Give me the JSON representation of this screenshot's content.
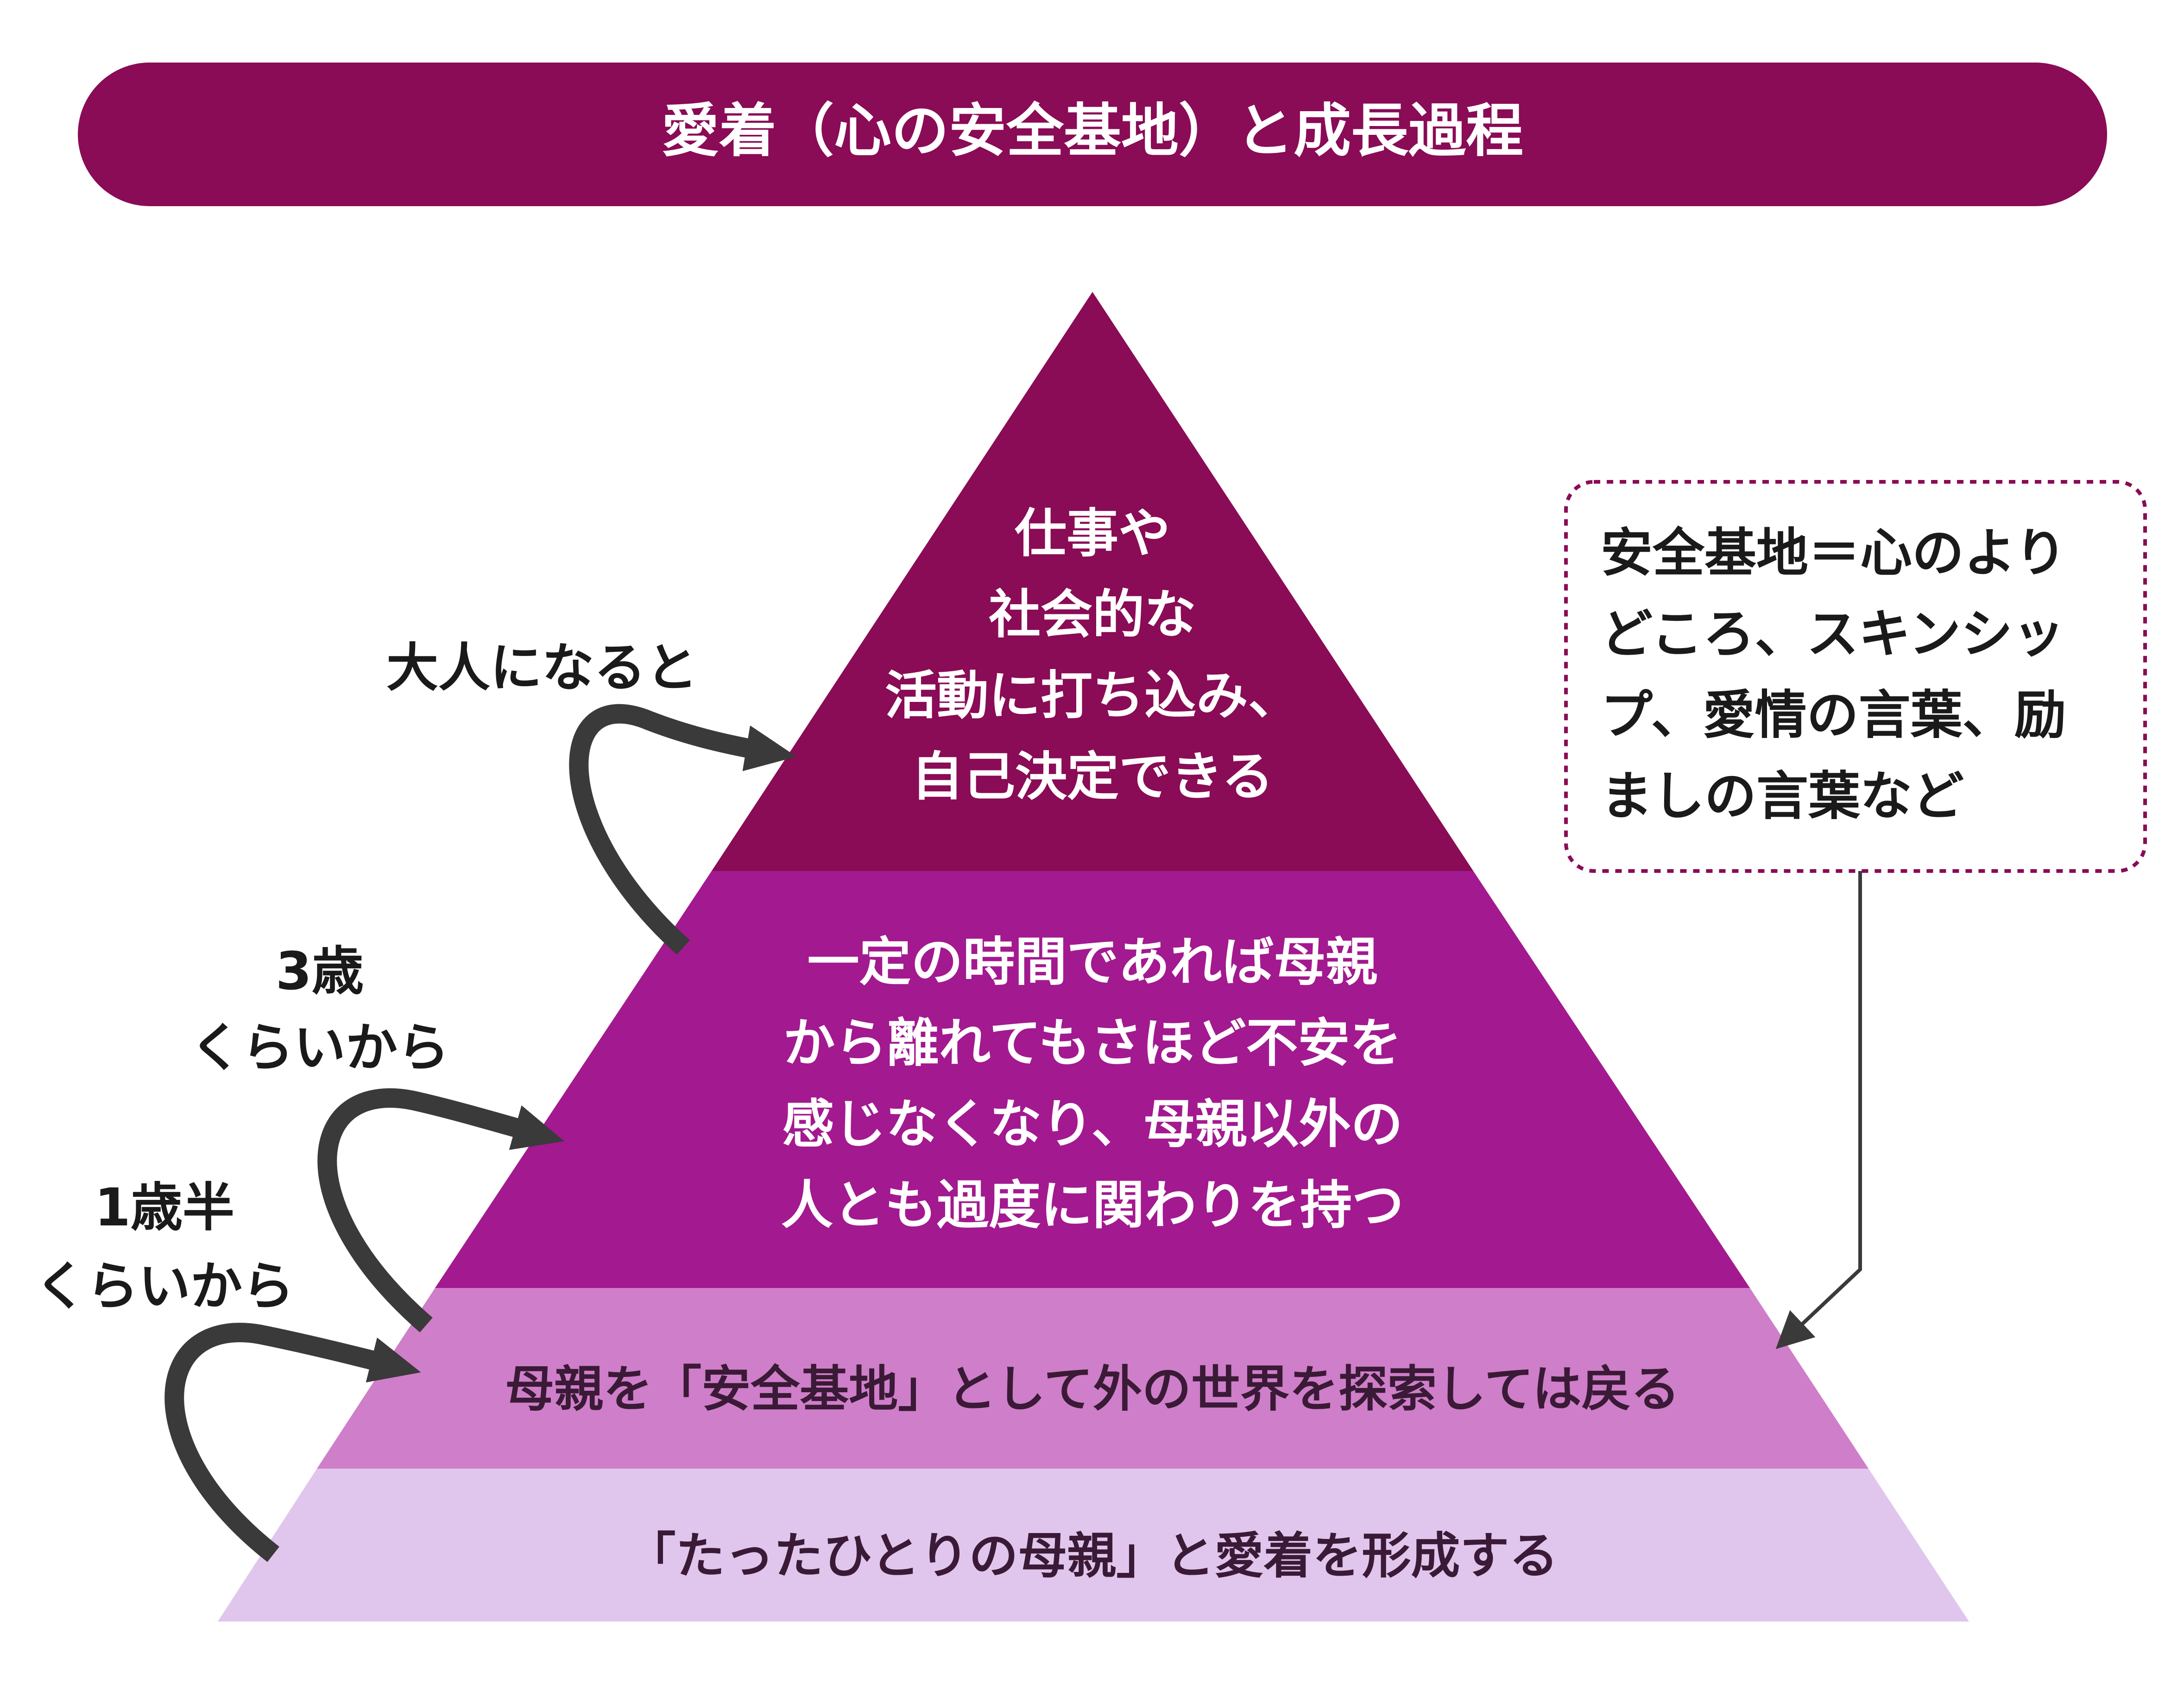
{
  "title": "愛着（心の安全基地）と成長過程",
  "colors": {
    "title_bg": "#8a0b56",
    "tier_top": "#8a0b56",
    "tier_upper": "#a3198f",
    "tier_lower": "#cf7ec9",
    "tier_base": "#e0c6ec",
    "arrow": "#3a3a3a",
    "callout_border": "#8a0b56",
    "text_dark": "#1a1a1a",
    "text_light": "#ffffff"
  },
  "pyramid": {
    "top": [
      "仕事や",
      "社会的な",
      "活動に打ち込み、",
      "自己決定できる"
    ],
    "upper": [
      "一定の時間であれば母親",
      "から離れてもさほど不安を",
      "感じなくなり、母親以外の",
      "人とも過度に関わりを持つ"
    ],
    "lower": "母親を「安全基地」として外の世界を探索しては戻る",
    "base": "「たったひとりの母親」と愛着を形成する"
  },
  "stages": {
    "adult": "大人になると",
    "age3": [
      "3歳",
      "くらいから"
    ],
    "age1_5": [
      "1歳半",
      "くらいから"
    ]
  },
  "callout": [
    "安全基地＝心のより",
    "どころ、スキンシッ",
    "プ、愛情の言葉、励",
    "ましの言葉など"
  ]
}
